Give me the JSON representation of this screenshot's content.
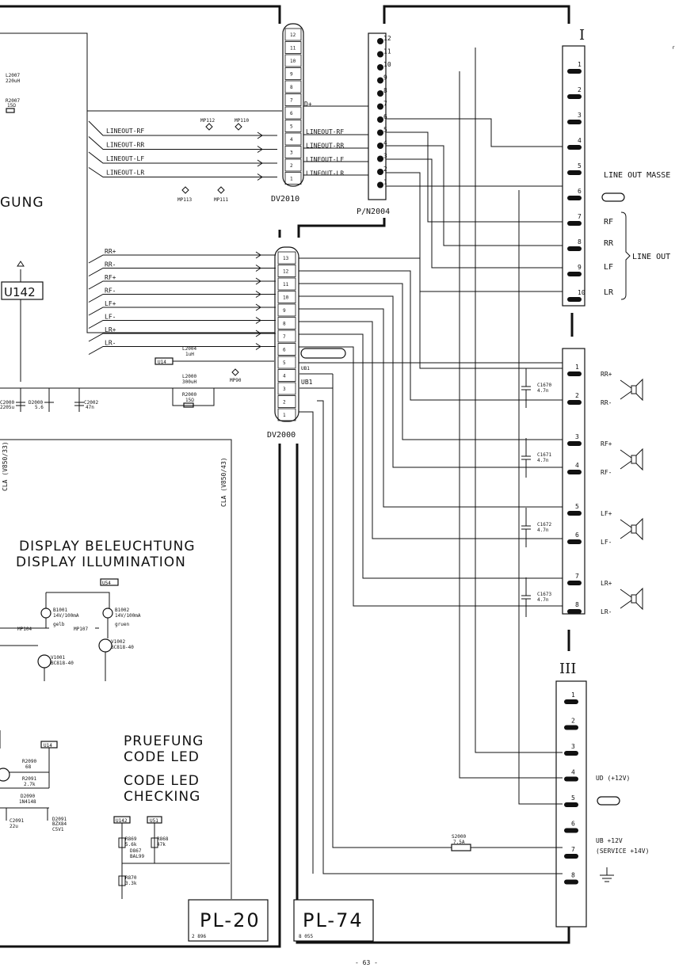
{
  "page_number": "- 63 -",
  "left_board": {
    "title_fragment": "GUNG",
    "ic_label": "U142",
    "components_top": [
      "L2007",
      "220uH",
      "R2007",
      "15Ω"
    ],
    "signals": [
      "LINEOUT-RF",
      "LINEOUT-RR",
      "LINEOUT-LF",
      "LINEOUT-LR"
    ],
    "measure_points": [
      "MP112",
      "MP110",
      "MP113",
      "MP111",
      "MP90"
    ],
    "speaker_signals": [
      "RR+",
      "RR-",
      "RF+",
      "RF-",
      "LF+",
      "LF-",
      "LR+",
      "LR-"
    ],
    "u14_label": "U14",
    "l2004": [
      "L2004",
      "1uH"
    ],
    "l2000": [
      "L2000",
      "300uH"
    ],
    "r2000": [
      "R2000",
      "15Ω"
    ],
    "bottom_caps": [
      "C2000",
      "D2000",
      "C2002"
    ],
    "bottom_cap_values": [
      "2205u",
      "5.6",
      "47n"
    ],
    "cla_left": "CLA (V850/33)",
    "cla_right": "CLA (V850/43)",
    "display_title_1": "DISPLAY BELEUCHTUNG",
    "display_title_2": "DISPLAY ILLUMINATION",
    "u54_label": "U54",
    "b1001": [
      "B1001",
      "14V/100mA",
      "gelb"
    ],
    "b1002": [
      "B1002",
      "14V/100mA",
      "gruen"
    ],
    "mp104": "MP104",
    "mp107": "MP107",
    "v1002": [
      "V1002",
      "BC818-40"
    ],
    "v1001": [
      "V1001",
      "BC818-40"
    ],
    "check_title_1": "PRUEFUNG",
    "check_title_2": "CODE LED",
    "check_title_3": "CODE LED",
    "check_title_4": "CHECKING",
    "bottom_left_components": [
      "R2090",
      "68",
      "R2091",
      "2.7k",
      "D2090",
      "1N4148",
      "C2091",
      "22u",
      "D2091",
      "BZX84",
      "C5V1",
      "U14"
    ],
    "u142_small": "U142",
    "u51_small": "U51",
    "r869": [
      "R869",
      "5.6k"
    ],
    "r868": [
      "R868",
      "47k"
    ],
    "d867": [
      "D867",
      "BAL99"
    ],
    "r870": [
      "R870",
      "3.3k"
    ],
    "pl20_title": "PL-20",
    "pl20_code": "2 896",
    "pl20_id": "2 896",
    "n_small": "1"
  },
  "connectors": {
    "dv2010": {
      "label": "DV2010",
      "pins": [
        "12",
        "11",
        "10",
        "9",
        "8",
        "7",
        "6",
        "5",
        "4",
        "3",
        "2",
        "1"
      ],
      "d_plus": "D+"
    },
    "pn2004": {
      "label": "P/N2004",
      "pins": [
        "12",
        "11",
        "10",
        "9",
        "8",
        "7",
        "6",
        "5",
        "4",
        "3",
        "2",
        "1"
      ],
      "signals": [
        "LINEOUT-RF",
        "LINEOUT-RR",
        "LINEOUT-LF",
        "LINEOUT-LR"
      ]
    },
    "dv2000": {
      "label": "DV2000",
      "pins": [
        "13",
        "12",
        "11",
        "10",
        "9",
        "8",
        "7",
        "6",
        "5",
        "4",
        "3",
        "2",
        "1"
      ],
      "ub1_a": "UB1",
      "ub1_b": "UB1"
    }
  },
  "right_board": {
    "conn_I": {
      "label": "I",
      "pins": [
        "1",
        "2",
        "3",
        "4",
        "5",
        "6",
        "7",
        "8",
        "9",
        "10"
      ],
      "line_out_masse": "LINE OUT MASSE",
      "rf": "RF",
      "rr": "RR",
      "lf": "LF",
      "lr": "LR",
      "line_out": "LINE OUT"
    },
    "conn_II": {
      "pins": [
        "1",
        "2",
        "3",
        "4",
        "5",
        "6",
        "7",
        "8"
      ],
      "speakers": [
        "RR+",
        "RR-",
        "RF+",
        "RF-",
        "LF+",
        "LF-",
        "LR+",
        "LR-"
      ],
      "caps": [
        [
          "C1670",
          "4.7n"
        ],
        [
          "C1671",
          "4.7n"
        ],
        [
          "C1672",
          "4.7n"
        ],
        [
          "C1673",
          "4.7n"
        ]
      ]
    },
    "conn_III": {
      "label": "III",
      "pins": [
        "1",
        "2",
        "3",
        "4",
        "5",
        "6",
        "7",
        "8"
      ],
      "ud": "UD (+12V)",
      "ub1": "UB +12V",
      "ub2": "(SERVICE +14V)",
      "fuse": [
        "S2000",
        "7.5A"
      ]
    },
    "pl74_title": "PL-74",
    "pl74_code": "8 055"
  },
  "small_mark": "r"
}
